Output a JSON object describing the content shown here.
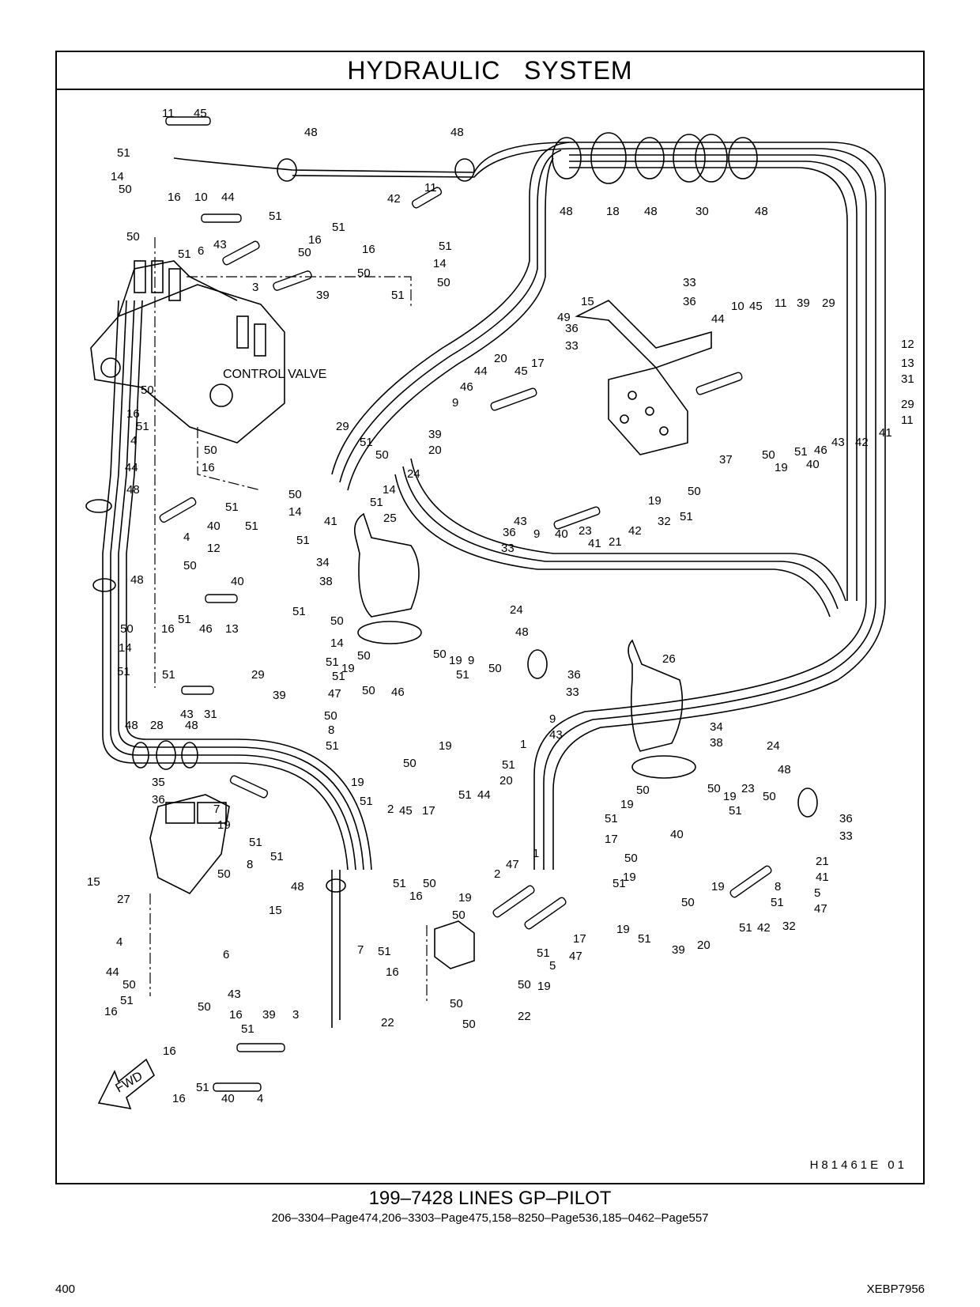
{
  "header": {
    "title": "HYDRAULIC   SYSTEM"
  },
  "diagram": {
    "component_labels": [
      "CONTROL VALVE",
      "FWD"
    ],
    "drawing_code": "H81461E   01",
    "callouts": [
      "1",
      "2",
      "3",
      "4",
      "5",
      "6",
      "7",
      "8",
      "9",
      "10",
      "11",
      "12",
      "13",
      "14",
      "15",
      "16",
      "17",
      "18",
      "19",
      "20",
      "21",
      "22",
      "23",
      "24",
      "25",
      "26",
      "27",
      "28",
      "29",
      "30",
      "31",
      "32",
      "33",
      "34",
      "35",
      "36",
      "37",
      "38",
      "39",
      "40",
      "41",
      "42",
      "43",
      "44",
      "45",
      "46",
      "47",
      "48",
      "49",
      "50",
      "51"
    ]
  },
  "caption": {
    "part_title": "199–7428   LINES   GP–PILOT",
    "references": "206–3304–Page474,206–3303–Page475,158–8250–Page536,185–0462–Page557"
  },
  "footer": {
    "page_number": "400",
    "document_id": "XEBP7956"
  }
}
